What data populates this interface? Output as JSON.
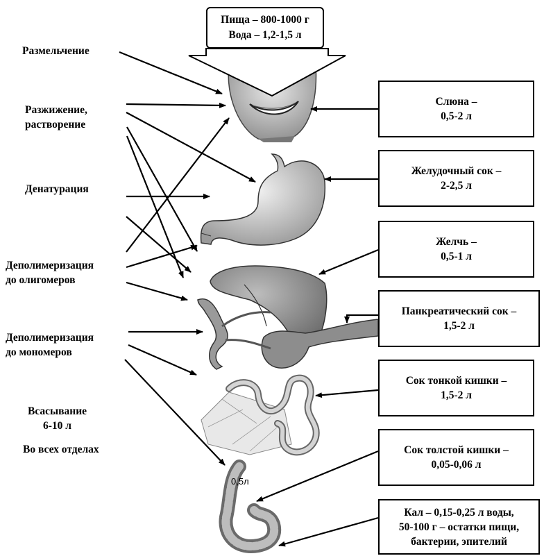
{
  "intake": {
    "food": "Пища – 800-1000 г",
    "water": "Вода – 1,2-1,5 л"
  },
  "processes": [
    {
      "id": "grinding",
      "label": "Размельчение"
    },
    {
      "id": "dilution",
      "label": "Разжижение,\nрастворение"
    },
    {
      "id": "denaturation",
      "label": "Денатурация"
    },
    {
      "id": "depoly_oligo",
      "label": "Деполимеризация\nдо олигомеров"
    },
    {
      "id": "depoly_mono",
      "label": "Деполимеризация\nдо мономеров"
    },
    {
      "id": "absorption",
      "label": "Всасывание\n6-10 л"
    },
    {
      "id": "everywhere",
      "label": "Во всех отделах"
    }
  ],
  "secretions": [
    {
      "id": "saliva",
      "label": "Слюна –\n0,5-2 л"
    },
    {
      "id": "gastric",
      "label": "Желудочный сок –\n2-2,5 л"
    },
    {
      "id": "bile",
      "label": "Желчь –\n0,5-1 л"
    },
    {
      "id": "pancreatic",
      "label": "Панкреатический сок –\n1,5-2 л"
    },
    {
      "id": "small_intestine",
      "label": "Сок тонкой кишки –\n1,5-2 л"
    },
    {
      "id": "large_intestine",
      "label": "Сок толстой кишки –\n0,05-0,06 л"
    },
    {
      "id": "feces",
      "label": "Кал – 0,15-0,25 л воды,\n50-100 г – остатки пищи,\nбактерии, эпителий"
    }
  ],
  "colon_volume": "0,5л",
  "organs": [
    "mouth",
    "stomach",
    "liver",
    "pancreas",
    "small-intestine",
    "large-intestine"
  ]
}
